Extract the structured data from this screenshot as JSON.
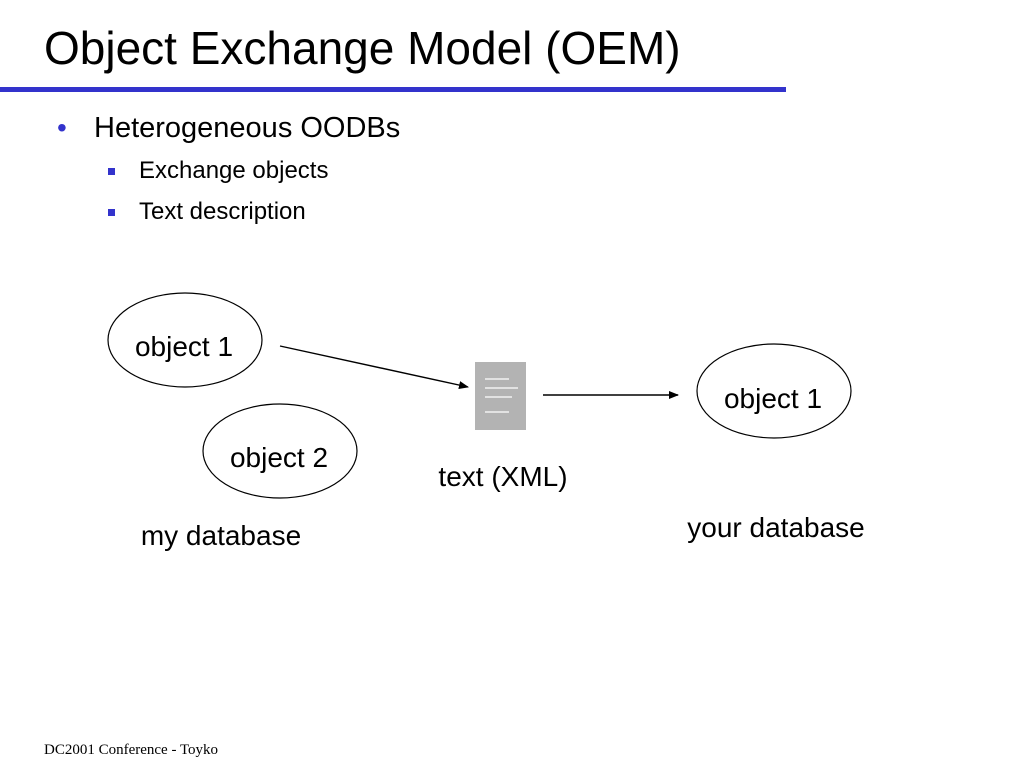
{
  "slide": {
    "title": "Object Exchange Model (OEM)",
    "bullets": [
      {
        "text": "Heterogeneous OODBs",
        "sub": [
          "Exchange objects",
          "Text description"
        ]
      }
    ],
    "footer": "DC2001 Conference - Toyko"
  },
  "diagram": {
    "my_objects": [
      "object 1",
      "object 2"
    ],
    "my_db_label": "my database",
    "document_label": "text (XML)",
    "your_objects": [
      "object 1"
    ],
    "your_db_label": "your database"
  },
  "colors": {
    "accent": "#3333cc",
    "document_fill": "#b3b3b3",
    "text": "#000000"
  },
  "icons": {
    "bullet_l1": "round-bullet",
    "bullet_l2": "square-bullet",
    "document": "document-icon"
  }
}
